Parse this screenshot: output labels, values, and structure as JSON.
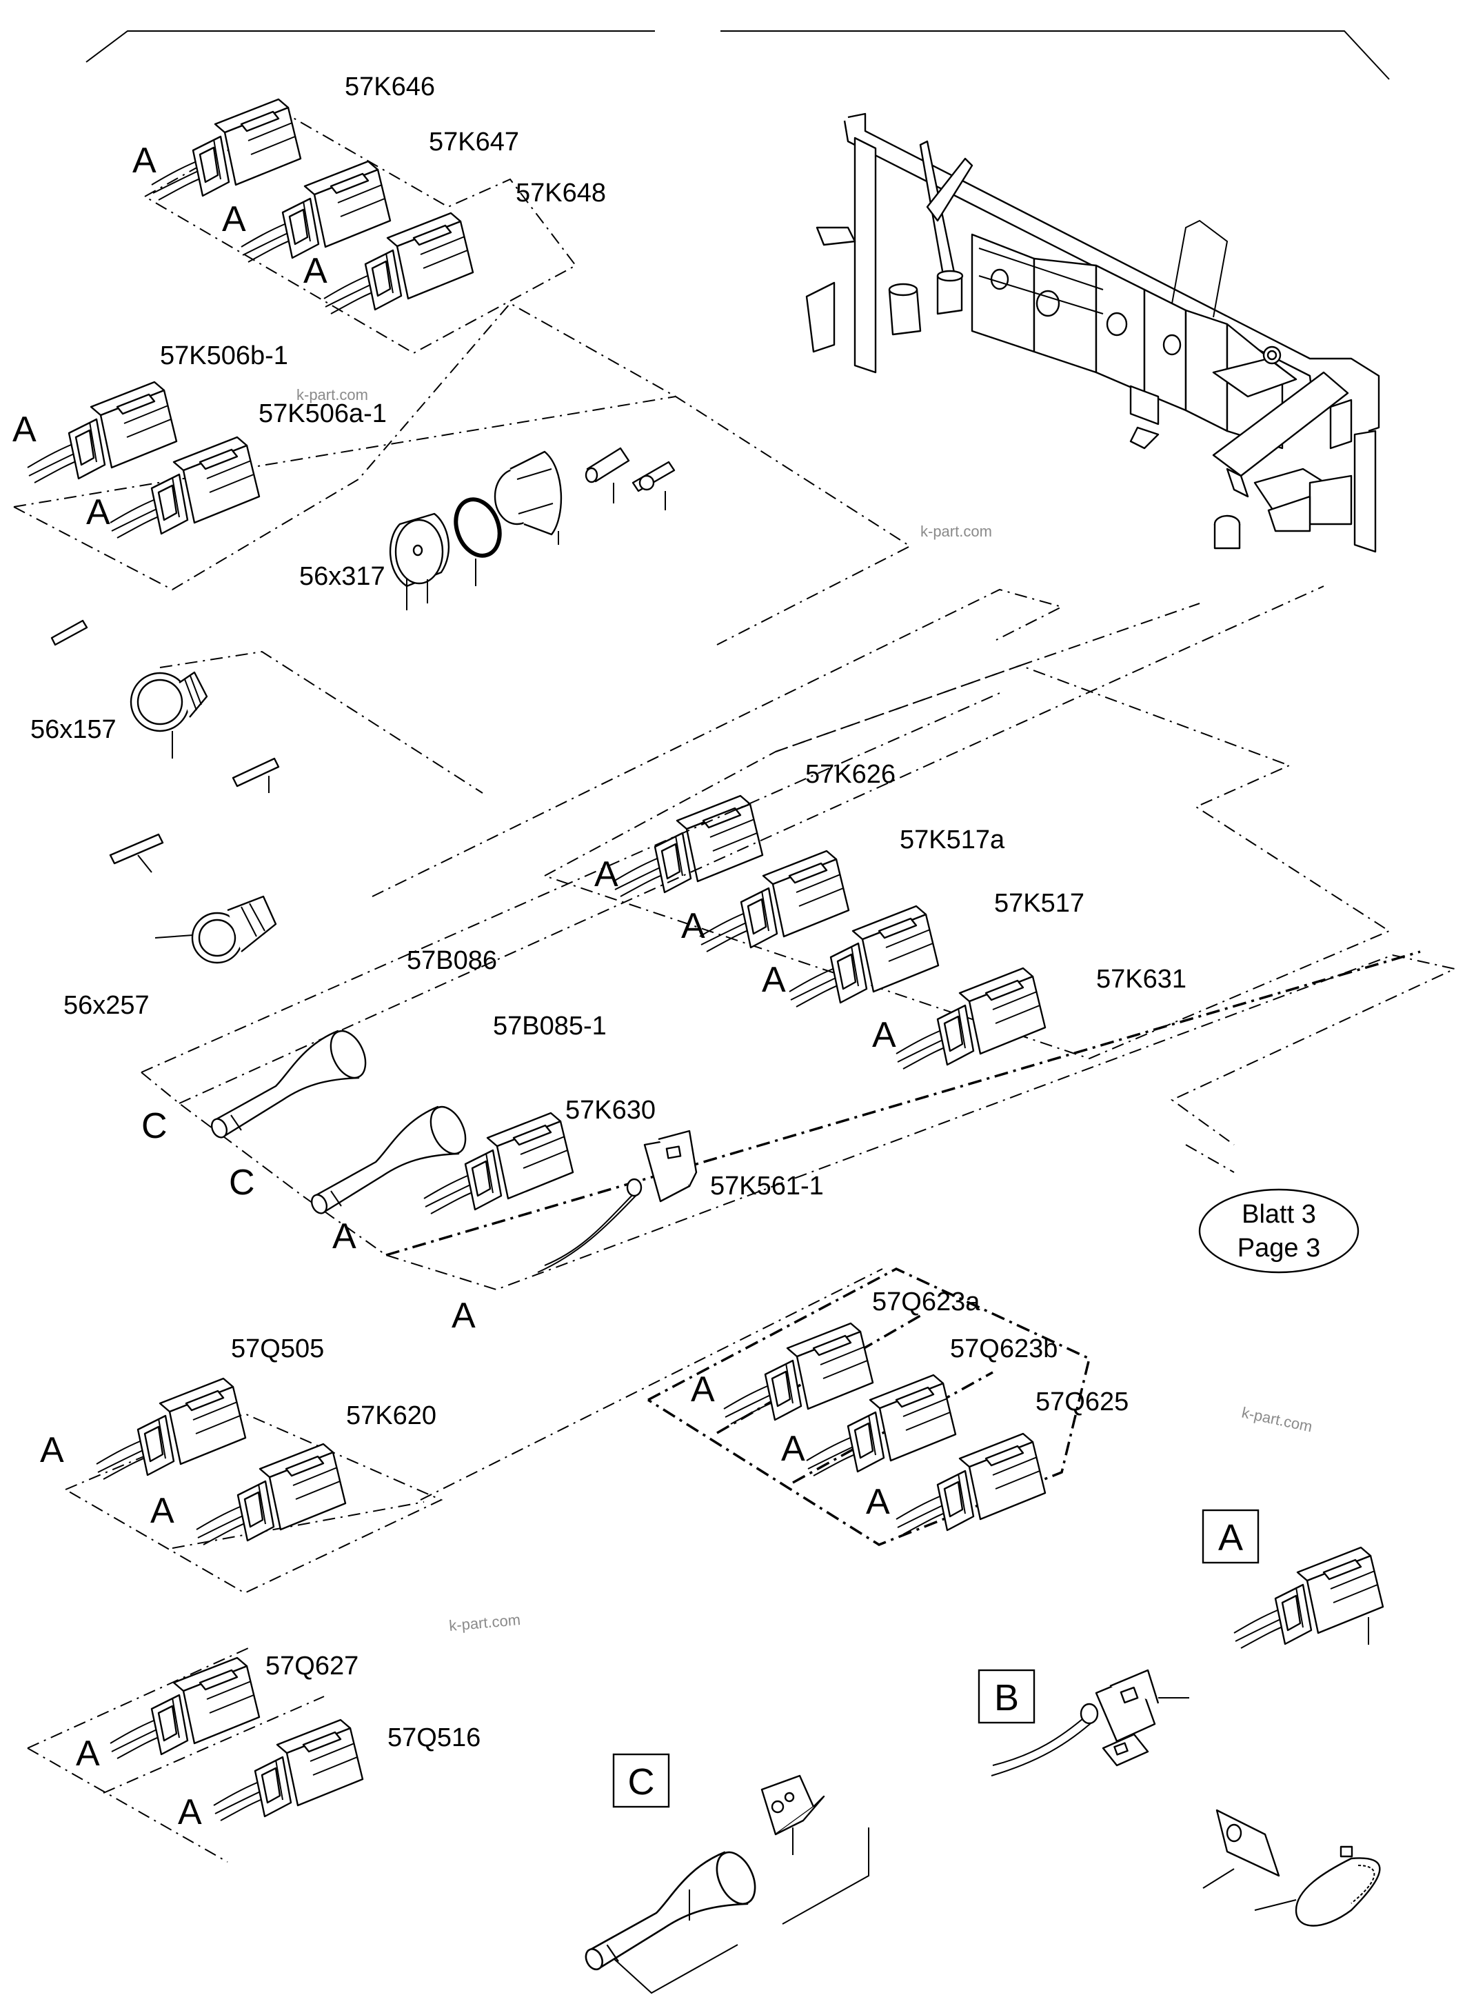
{
  "connector_labels": {
    "k646": "57K646",
    "k647": "57K647",
    "k648": "57K648",
    "k506b": "57K506b-1",
    "k506a": "57K506a-1",
    "x317": "56x317",
    "x157": "56x157",
    "x257": "56x257",
    "k626": "57K626",
    "k517a": "57K517a",
    "k517": "57K517",
    "k631": "57K631",
    "b086": "57B086",
    "b085": "57B085-1",
    "k630": "57K630",
    "k561": "57K561-1",
    "q623a": "57Q623a",
    "q623b": "57Q623b",
    "q625": "57Q625",
    "q505": "57Q505",
    "k620": "57K620",
    "q627": "57Q627",
    "q516": "57Q516"
  },
  "type_letters": {
    "a": "A",
    "b": "B",
    "c": "C"
  },
  "legend": {
    "box_a": "A",
    "box_b": "B",
    "box_c": "C"
  },
  "page_ref": {
    "line1": "Blatt 3",
    "line2": "Page 3"
  },
  "watermark": "k-part.com"
}
